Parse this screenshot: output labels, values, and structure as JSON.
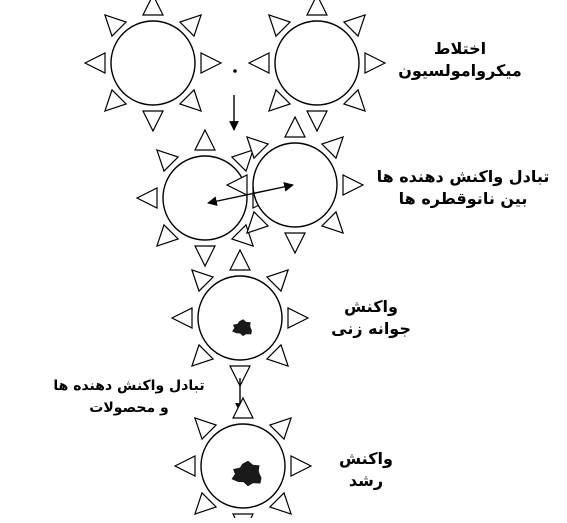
{
  "diagram": {
    "colors": {
      "stroke": "#000000",
      "background": "#ffffff",
      "particle": "#1a1a1a"
    },
    "labels": {
      "mixing": {
        "line1": "اختلاط",
        "line2": "میکروامولسیون"
      },
      "exchange": {
        "line1": "تبادل واکنش دهنده ها",
        "line2": "بین نانوقطره ها"
      },
      "nucleation": {
        "line1": "واکنش",
        "line2": "جوانه زنی"
      },
      "exchange_products": {
        "line1": "تبادل واکنش دهنده ها",
        "line2": "و محصولات"
      },
      "growth": {
        "line1": "واکنش",
        "line2": "رشد"
      }
    }
  }
}
